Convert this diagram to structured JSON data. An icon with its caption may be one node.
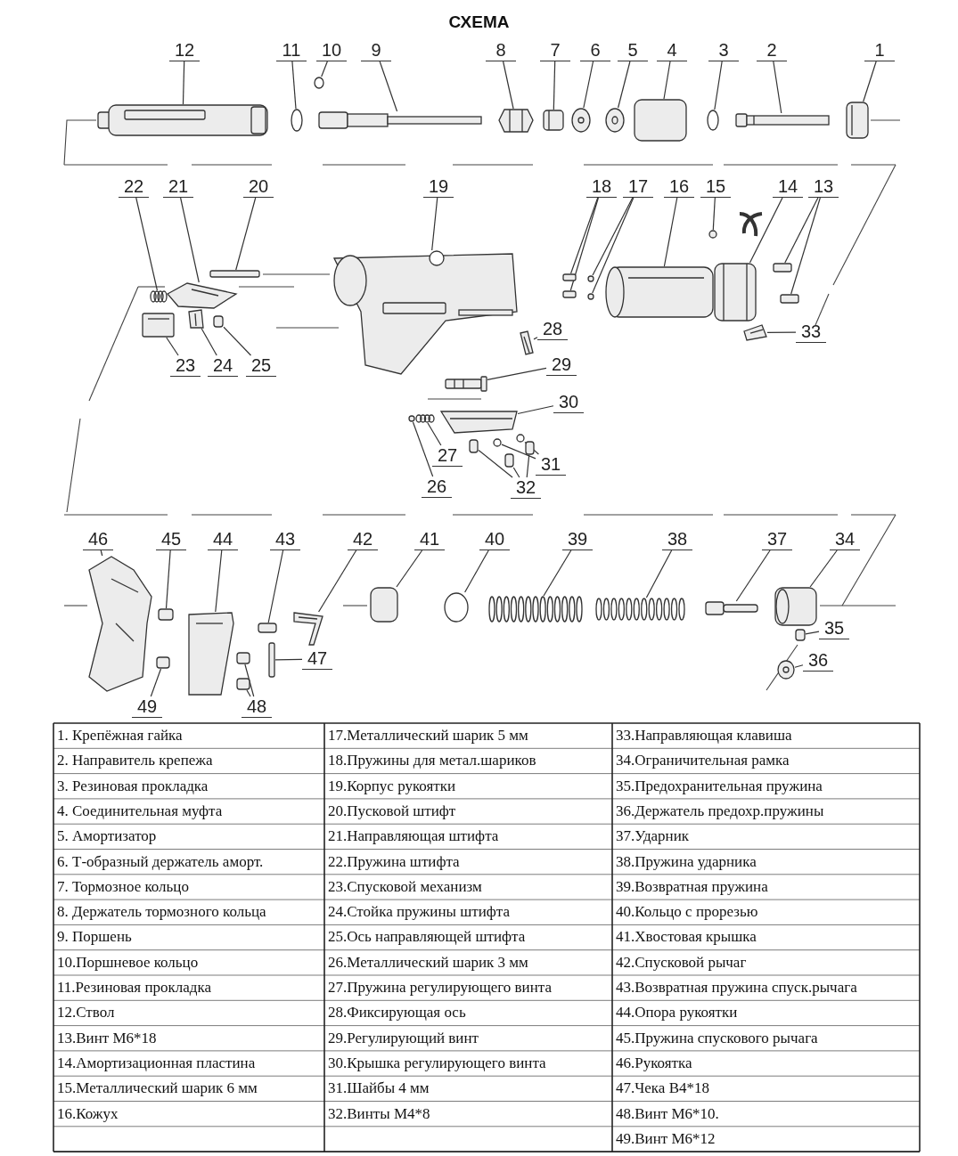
{
  "diagram": {
    "title": "СХЕМА",
    "nodes": [
      {
        "text": [
          "1"
        ]
      },
      {
        "text": [
          "2"
        ]
      },
      {
        "text": [
          "3"
        ]
      },
      {
        "text": [
          "4"
        ]
      },
      {
        "text": [
          "5"
        ]
      },
      {
        "text": [
          "6"
        ]
      },
      {
        "text": [
          "7"
        ]
      },
      {
        "text": [
          "8"
        ]
      },
      {
        "text": [
          "9"
        ]
      },
      {
        "text": [
          "10"
        ]
      },
      {
        "text": [
          "11"
        ]
      },
      {
        "text": [
          "12"
        ]
      },
      {
        "text": [
          "13"
        ]
      },
      {
        "text": [
          "14"
        ]
      },
      {
        "text": [
          "15"
        ]
      },
      {
        "text": [
          "16"
        ]
      },
      {
        "text": [
          "17"
        ]
      },
      {
        "text": [
          "18"
        ]
      },
      {
        "text": [
          "19"
        ]
      },
      {
        "text": [
          "20"
        ]
      },
      {
        "text": [
          "21"
        ]
      },
      {
        "text": [
          "22"
        ]
      },
      {
        "text": [
          "23"
        ]
      },
      {
        "text": [
          "24"
        ]
      },
      {
        "text": [
          "25"
        ]
      },
      {
        "text": [
          "26"
        ]
      },
      {
        "text": [
          "27"
        ]
      },
      {
        "text": [
          "28"
        ]
      },
      {
        "text": [
          "29"
        ]
      },
      {
        "text": [
          "30"
        ]
      },
      {
        "text": [
          "31"
        ]
      },
      {
        "text": [
          "32"
        ]
      },
      {
        "text": [
          "33"
        ]
      },
      {
        "text": [
          "34"
        ]
      },
      {
        "text": [
          "35"
        ]
      },
      {
        "text": [
          "36"
        ]
      },
      {
        "text": [
          "37"
        ]
      },
      {
        "text": [
          "38"
        ]
      },
      {
        "text": [
          "39"
        ]
      },
      {
        "text": [
          "40"
        ]
      },
      {
        "text": [
          "41"
        ]
      },
      {
        "text": [
          "42"
        ]
      },
      {
        "text": [
          "43"
        ]
      },
      {
        "text": [
          "44"
        ]
      },
      {
        "text": [
          "45"
        ]
      },
      {
        "text": [
          "46"
        ]
      },
      {
        "text": [
          "47"
        ]
      },
      {
        "text": [
          "48"
        ]
      },
      {
        "text": [
          "49"
        ]
      },
      {
        "text": [],
        "shape": "picture"
      },
      {
        "text": [],
        "shape": "picture"
      },
      {
        "text": [],
        "shape": "circle"
      },
      {
        "text": [],
        "shape": "box"
      },
      {
        "text": [],
        "shape": "picture"
      },
      {
        "text": [],
        "shape": "picture"
      },
      {
        "text": [],
        "shape": "picture"
      },
      {
        "text": [],
        "shape": "picture"
      },
      {
        "text": [],
        "shape": "picture"
      },
      {
        "text": [],
        "shape": "circle"
      },
      {
        "text": [],
        "shape": "circle"
      },
      {
        "text": [],
        "shape": "picture"
      },
      {
        "text": [],
        "shape": "box"
      },
      {
        "text": [],
        "shape": "box"
      },
      {
        "text": [],
        "shape": "picture"
      },
      {
        "text": [],
        "shape": "circle"
      },
      {
        "text": [],
        "shape": "picture"
      },
      {
        "text": [],
        "shape": "circle"
      },
      {
        "text": [],
        "shape": "circle"
      },
      {
        "text": [],
        "shape": "box"
      },
      {
        "text": [],
        "shape": "box"
      },
      {
        "text": [],
        "shape": "picture"
      },
      {
        "text": [],
        "shape": "box"
      },
      {
        "text": [],
        "shape": "picture"
      },
      {
        "text": [],
        "shape": "picture"
      },
      {
        "text": [],
        "shape": "picture"
      },
      {
        "text": [],
        "shape": "picture"
      },
      {
        "text": [],
        "shape": "box"
      },
      {
        "text": [],
        "shape": "circle"
      },
      {
        "text": [],
        "shape": "picture"
      },
      {
        "text": [],
        "shape": "picture"
      },
      {
        "text": [],
        "shape": "picture"
      },
      {
        "text": [],
        "shape": "picture"
      },
      {
        "text": [],
        "shape": "circle"
      },
      {
        "text": [],
        "shape": "circle"
      },
      {
        "text": [],
        "shape": "box"
      },
      {
        "text": [],
        "shape": "box"
      },
      {
        "text": [],
        "shape": "box"
      },
      {
        "text": [],
        "shape": "picture"
      },
      {
        "text": [],
        "shape": "picture"
      },
      {
        "text": [],
        "shape": "box"
      },
      {
        "text": [],
        "shape": "picture"
      },
      {
        "text": [],
        "shape": "picture"
      },
      {
        "text": [],
        "shape": "picture"
      },
      {
        "text": [],
        "shape": "picture"
      },
      {
        "text": [],
        "shape": "circle"
      },
      {
        "text": [],
        "shape": "box"
      },
      {
        "text": [],
        "shape": "picture"
      },
      {
        "text": [],
        "shape": "box"
      },
      {
        "text": [],
        "shape": "picture"
      },
      {
        "text": [],
        "shape": "box"
      },
      {
        "text": [],
        "shape": "picture"
      },
      {
        "text": [],
        "shape": "box"
      },
      {
        "text": [],
        "shape": "box"
      },
      {
        "text": [],
        "shape": "box"
      },
      {
        "text": [],
        "shape": "box"
      },
      {
        "text": [],
        "shape": "picture"
      }
    ],
    "edges": [
      {
        "from": 0,
        "to": 49,
        "arrow": "none"
      },
      {
        "from": 1,
        "to": 50,
        "arrow": "none"
      },
      {
        "from": 2,
        "to": 51,
        "arrow": "none"
      },
      {
        "from": 3,
        "to": 52,
        "arrow": "none"
      },
      {
        "from": 4,
        "to": 53,
        "arrow": "none"
      },
      {
        "from": 5,
        "to": 54,
        "arrow": "none"
      },
      {
        "from": 6,
        "to": 55,
        "arrow": "none"
      },
      {
        "from": 7,
        "to": 56,
        "arrow": "none"
      },
      {
        "from": 8,
        "to": 57,
        "arrow": "none"
      },
      {
        "from": 9,
        "to": 58,
        "arrow": "none"
      },
      {
        "from": 10,
        "to": 59,
        "arrow": "none"
      },
      {
        "from": 11,
        "to": 60,
        "arrow": "none"
      },
      {
        "from": 12,
        "to": 61,
        "arrow": "none"
      },
      {
        "from": 12,
        "to": 62,
        "arrow": "none"
      },
      {
        "from": 13,
        "to": 63,
        "arrow": "none"
      },
      {
        "from": 14,
        "to": 64,
        "arrow": "none"
      },
      {
        "from": 15,
        "to": 65,
        "arrow": "none"
      },
      {
        "from": 16,
        "to": 66,
        "arrow": "none"
      },
      {
        "from": 16,
        "to": 67,
        "arrow": "none"
      },
      {
        "from": 17,
        "to": 68,
        "arrow": "none"
      },
      {
        "from": 17,
        "to": 69,
        "arrow": "none"
      },
      {
        "from": 18,
        "to": 70,
        "arrow": "none"
      },
      {
        "from": 19,
        "to": 71,
        "arrow": "none"
      },
      {
        "from": 20,
        "to": 72,
        "arrow": "none"
      },
      {
        "from": 21,
        "to": 73,
        "arrow": "none"
      },
      {
        "from": 22,
        "to": 74,
        "arrow": "none"
      },
      {
        "from": 23,
        "to": 75,
        "arrow": "none"
      },
      {
        "from": 24,
        "to": 76,
        "arrow": "none"
      },
      {
        "from": 25,
        "to": 77,
        "arrow": "none"
      },
      {
        "from": 26,
        "to": 78,
        "arrow": "none"
      },
      {
        "from": 27,
        "to": 79,
        "arrow": "none"
      },
      {
        "from": 28,
        "to": 80,
        "arrow": "none"
      },
      {
        "from": 29,
        "to": 81,
        "arrow": "none"
      },
      {
        "from": 30,
        "to": 82,
        "arrow": "none"
      },
      {
        "from": 30,
        "to": 83,
        "arrow": "none"
      },
      {
        "from": 31,
        "to": 84,
        "arrow": "none"
      },
      {
        "from": 31,
        "to": 85,
        "arrow": "none"
      },
      {
        "from": 31,
        "to": 86,
        "arrow": "none"
      },
      {
        "from": 32,
        "to": 87,
        "arrow": "none"
      },
      {
        "from": 33,
        "to": 88,
        "arrow": "none"
      },
      {
        "from": 34,
        "to": 89,
        "arrow": "none"
      },
      {
        "from": 35,
        "to": 90,
        "arrow": "none"
      },
      {
        "from": 36,
        "to": 91,
        "arrow": "none"
      },
      {
        "from": 37,
        "to": 92,
        "arrow": "none"
      },
      {
        "from": 38,
        "to": 93,
        "arrow": "none"
      },
      {
        "from": 39,
        "to": 94,
        "arrow": "none"
      },
      {
        "from": 40,
        "to": 95,
        "arrow": "none"
      },
      {
        "from": 41,
        "to": 96,
        "arrow": "none"
      },
      {
        "from": 42,
        "to": 97,
        "arrow": "none"
      },
      {
        "from": 43,
        "to": 98,
        "arrow": "none"
      },
      {
        "from": 44,
        "to": 99,
        "arrow": "none"
      },
      {
        "from": 45,
        "to": 100,
        "arrow": "none"
      },
      {
        "from": 46,
        "to": 101,
        "arrow": "none"
      },
      {
        "from": 47,
        "to": 102,
        "arrow": "none"
      },
      {
        "from": 47,
        "to": 103,
        "arrow": "none"
      },
      {
        "from": 48,
        "to": 104,
        "arrow": "none"
      }
    ],
    "labels": [
      "1. Крепёжная гайка",
      "17.Металлический шарик 5 мм",
      "33.Направляющая клавиша",
      "2. Направитель крепежа",
      "18.Пружины для метал.шариков",
      "34.Ограничительная рамка",
      "3. Резиновая прокладка",
      "19.Корпус рукоятки",
      "35.Предохранительная пружина",
      "4. Соединительная муфта",
      "20.Пусковой штифт",
      "36.Держатель предохр.пружины",
      "5. Амортизатор",
      "21.Направляющая штифта",
      "37.Ударник",
      "6. Т-образный держатель аморт.",
      "22.Пружина штифта",
      "38.Пружина ударника",
      "7. Тормозное кольцо",
      "23.Спусковой механизм",
      "39.Возвратная пружина",
      "8. Держатель тормозного кольца",
      "24.Стойка пружины штифта",
      "40.Кольцо с прорезью",
      "9. Поршень",
      "25.Ось направляющей штифта",
      "41.Хвостовая крышка",
      "10.Поршневое кольцо",
      "26.Металлический шарик 3 мм",
      "42.Спусковой рычаг",
      "11.Резиновая прокладка",
      "27.Пружина регулирующего винта",
      "43.Возвратная пружина спуск.рычага",
      "12.Ствол",
      "28.Фиксирующая ось",
      "44.Опора рукоятки",
      "13.Винт М6*18",
      "29.Регулирующий винт",
      "45.Пружина спускового рычага",
      "14.Амортизационная пластина",
      "30.Крышка регулирующего винта",
      "46.Рукоятка",
      "15.Металлический шарик 6 мм",
      "31.Шайбы 4 мм",
      "47.Чека В4*18",
      "16.Кожух",
      "32.Винты М4*8",
      "48.Винт М6*10.",
      "49.Винт М6*12"
    ]
  }
}
